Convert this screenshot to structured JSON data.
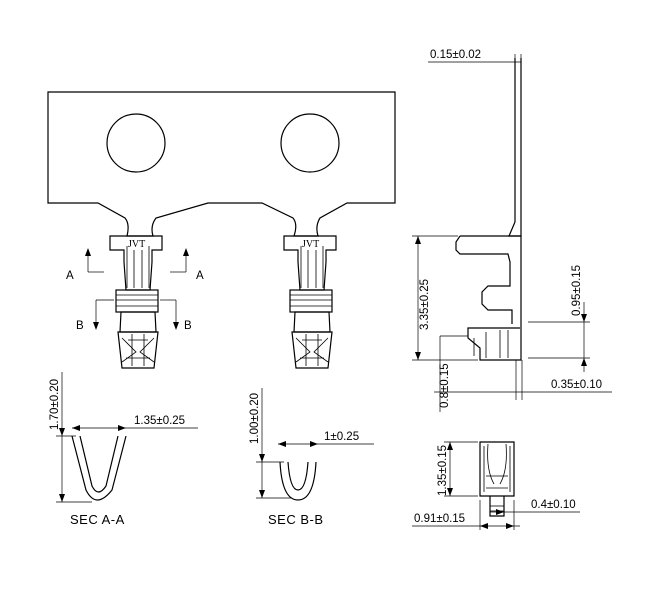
{
  "dimensions": {
    "thickness": "0.15±0.02",
    "height_total": "3.35±0.25",
    "height_partial": "0.95±0.15",
    "bottom_height": "0.8±0.15",
    "right_offset": "0.35±0.10",
    "sec_a_height": "1.70±0.20",
    "sec_a_width": "1.35±0.25",
    "sec_b_height": "1.00±0.20",
    "sec_b_width": "1±0.25",
    "end_height": "1.35±0.15",
    "end_width": "0.91±0.15",
    "end_tab": "0.4±0.10"
  },
  "labels": {
    "section_a_marker": "A",
    "section_b_marker": "B",
    "section_a_title": "SEC A-A",
    "section_b_title": "SEC B-B",
    "brand_mark": "JVT"
  }
}
